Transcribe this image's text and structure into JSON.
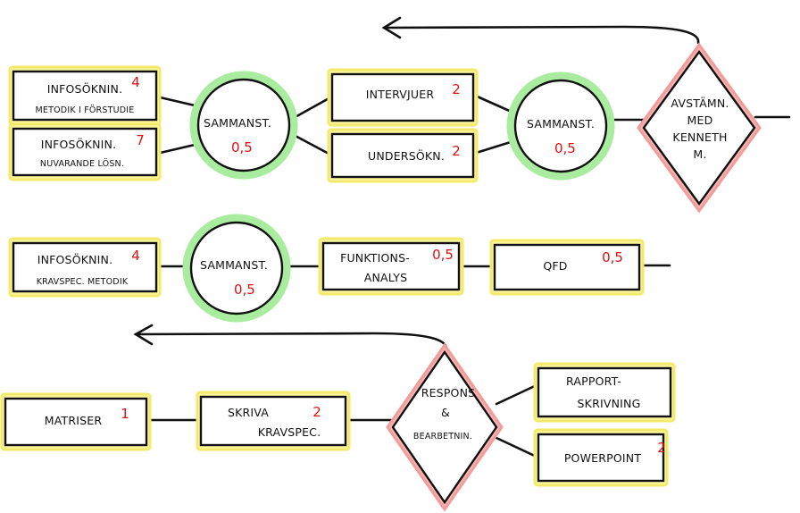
{
  "nodes": {
    "b1": {
      "lines": [
        "INFOSÖKNIN.",
        "METODIK I FÖRSTUDIE"
      ],
      "num": "4"
    },
    "b2": {
      "lines": [
        "INFOSÖKNIN.",
        "NUVARANDE LÖSN."
      ],
      "num": "7"
    },
    "c1": {
      "lines": [
        "SAMMANST."
      ],
      "num": "0,5"
    },
    "b3": {
      "lines": [
        "INTERVJUER"
      ],
      "num": "2"
    },
    "b4": {
      "lines": [
        "UNDERSÖKN."
      ],
      "num": "2"
    },
    "c2": {
      "lines": [
        "SAMMANST."
      ],
      "num": "0,5"
    },
    "d1": {
      "lines": [
        "AVSTÄMN.",
        "MED",
        "KENNETH",
        "M."
      ]
    },
    "b5": {
      "lines": [
        "INFOSÖKNIN.",
        "KRAVSPEC. METODIK"
      ],
      "num": "4"
    },
    "c3": {
      "lines": [
        "SAMMANST."
      ],
      "num": "0,5"
    },
    "b6": {
      "lines": [
        "FUNKTIONS-",
        "ANALYS"
      ],
      "num": "0,5"
    },
    "b7": {
      "lines": [
        "QFD"
      ],
      "num": "0,5"
    },
    "b8": {
      "lines": [
        "MATRISER"
      ],
      "num": "1"
    },
    "b9": {
      "lines": [
        "SKRIVA",
        "KRAVSPEC."
      ],
      "num": "2"
    },
    "d2": {
      "lines": [
        "RESPONS",
        "&",
        "BEARBETNIN."
      ]
    },
    "b10": {
      "lines": [
        "RAPPORT-",
        "SKRIVNING"
      ]
    },
    "b11": {
      "lines": [
        "POWERPOINT"
      ],
      "num": "2"
    }
  },
  "colors": {
    "box_highlight": "#fbf5a0",
    "circle_highlight": "#a9ec9f",
    "diamond_highlight": "#f6b3b3",
    "hours": "#e01010",
    "ink": "#111111"
  }
}
